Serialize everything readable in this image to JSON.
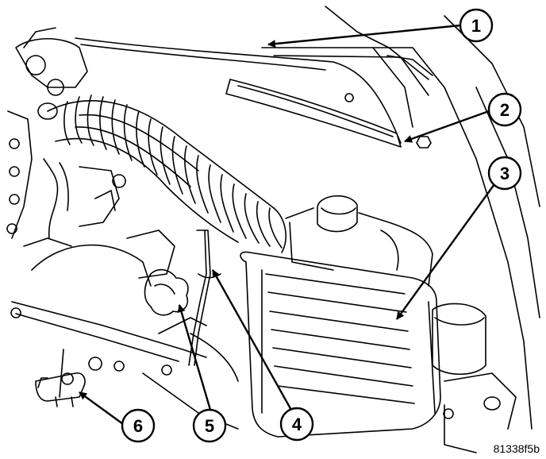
{
  "figure_code": "81338f5b",
  "callouts": [
    {
      "number": "1"
    },
    {
      "number": "2"
    },
    {
      "number": "3"
    },
    {
      "number": "4"
    },
    {
      "number": "5"
    },
    {
      "number": "6"
    }
  ]
}
